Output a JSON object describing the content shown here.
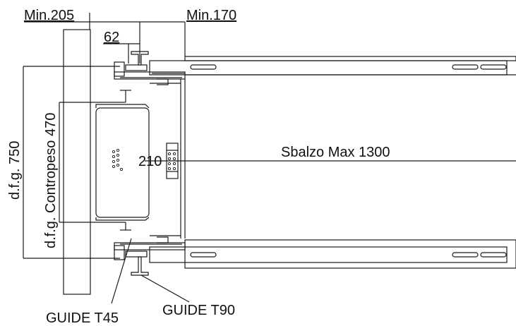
{
  "labels": {
    "min_205": "Min.205",
    "min_170": "Min.170",
    "dim_62": "62",
    "dfg_750": "d.f.g. 750",
    "dfg_contrapeso": "d.f.g. Contropeso 470",
    "dim_210": "210",
    "sbalzo": "Sbalzo Max 1300",
    "guide_t45": "GUIDE T45",
    "guide_t90": "GUIDE T90"
  },
  "colors": {
    "line": "#1a1a1a",
    "background": "#ffffff"
  }
}
